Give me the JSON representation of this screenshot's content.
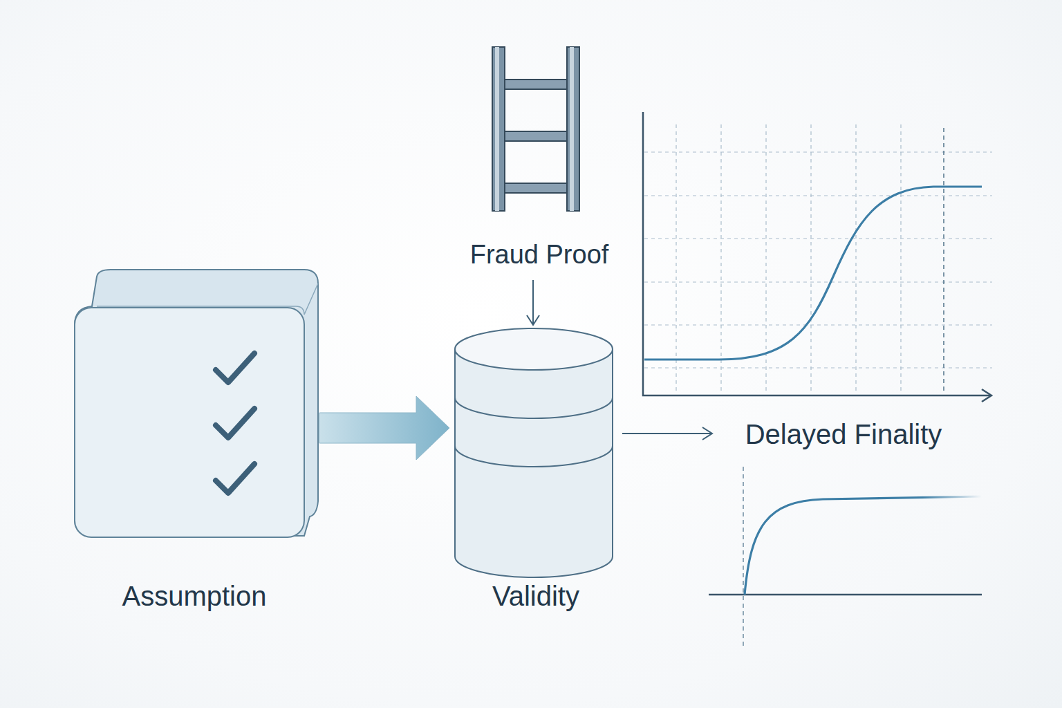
{
  "diagram": {
    "nodes": [
      {
        "text": [
          "Assumption"
        ]
      },
      {
        "text": [
          "Fraud Proof"
        ]
      },
      {
        "text": [
          "Validity"
        ]
      },
      {
        "text": [
          "Delayed Finality"
        ]
      }
    ],
    "edges": [
      {
        "from": 0,
        "to": 2,
        "arrow": "to"
      },
      {
        "from": 1,
        "to": 2,
        "arrow": "to"
      },
      {
        "from": 2,
        "to": 3,
        "arrow": "to"
      }
    ]
  }
}
